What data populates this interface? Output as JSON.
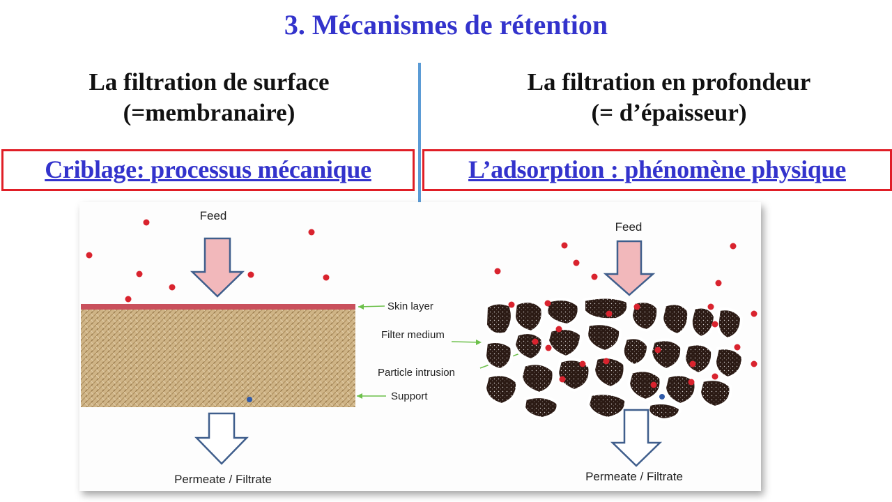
{
  "slide": {
    "title": "3. Mécanismes de rétention",
    "left_heading_line1": "La filtration de surface",
    "left_heading_line2": "(=membranaire)",
    "right_heading_line1": "La filtration en profondeur",
    "right_heading_line2": "(= d’épaisseur)",
    "left_mechanism": "Criblage: processus mécanique",
    "right_mechanism": "L’adsorption : phénomène physique"
  },
  "figure": {
    "feed_left": "Feed",
    "feed_right": "Feed",
    "permeate_left": "Permeate / Filtrate",
    "permeate_right": "Permeate / Filtrate",
    "label_skin_layer": "Skin layer",
    "label_filter_medium": "Filter medium",
    "label_particle_intrusion": "Particle intrusion",
    "label_support": "Support"
  },
  "colors": {
    "title": "#3333cc",
    "mechanism_text": "#3333cc",
    "box_border": "#e01e26",
    "divider": "#5b9bd5",
    "feed_arrow_fill": "#f2b8bb",
    "arrow_stroke": "#3f5e8c",
    "particle": "#d9232e",
    "skin_layer": "#c9505c",
    "support_fabric": "#cfb486",
    "granule": "#2b1a14",
    "label_line": "#6cc04a"
  }
}
